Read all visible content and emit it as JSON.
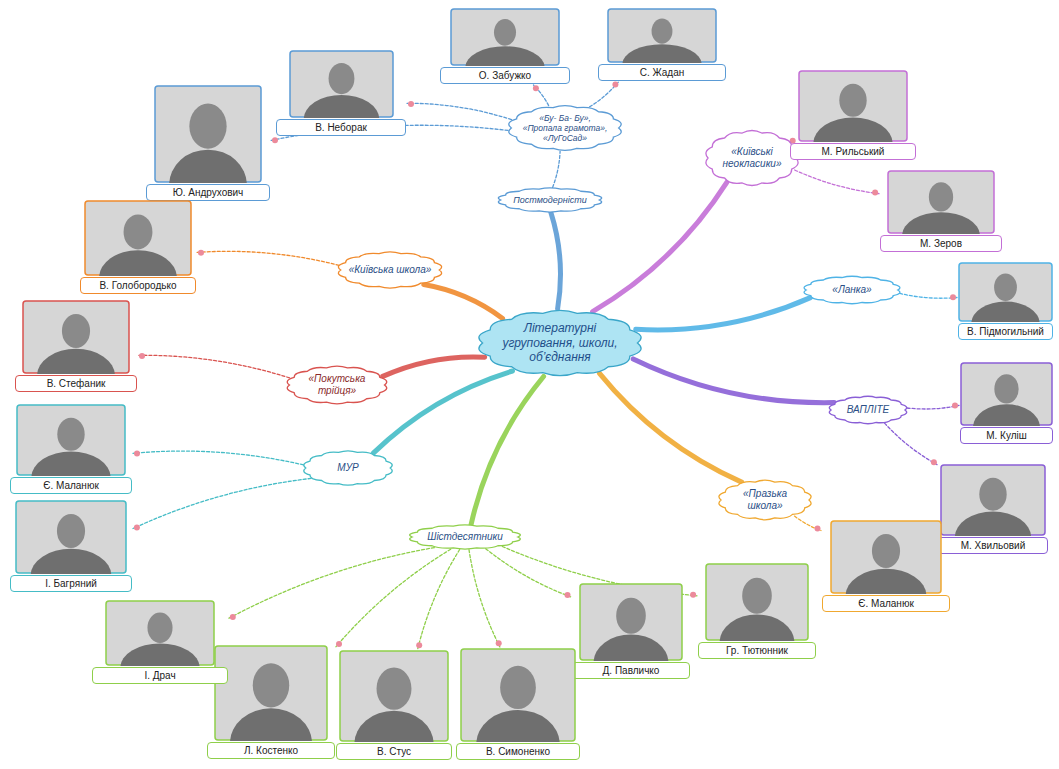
{
  "diagram": {
    "nodes": [
      {
        "text": [
          "Літературні угруповання, школи, об’єднання"
        ]
      },
      {
        "text": [
          "Постмодерністи"
        ]
      },
      {
        "text": [
          "«Бу- Ба- Бу», «Пропала грамота», «ЛуГоСад»"
        ]
      },
      {
        "text": [
          "В. Неборак"
        ]
      },
      {
        "text": [
          "О. Забужко"
        ]
      },
      {
        "text": [
          "С. Жадан"
        ]
      },
      {
        "text": [
          "Ю. Андрухович"
        ]
      },
      {
        "text": [
          "«Київські неокласики»"
        ]
      },
      {
        "text": [
          "М. Рильський"
        ]
      },
      {
        "text": [
          "М. Зеров"
        ]
      },
      {
        "text": [
          "«Ланка»"
        ]
      },
      {
        "text": [
          "В. Підмогильний"
        ]
      },
      {
        "text": [
          "ВАПЛІТЕ"
        ]
      },
      {
        "text": [
          "М. Куліш"
        ]
      },
      {
        "text": [
          "М. Хвильовий"
        ]
      },
      {
        "text": [
          "«Празька школа»"
        ]
      },
      {
        "text": [
          "Є. Маланюк"
        ]
      },
      {
        "text": [
          "Шістдесятники"
        ]
      },
      {
        "text": [
          "Гр. Тютюнник"
        ]
      },
      {
        "text": [
          "Д. Павличко"
        ]
      },
      {
        "text": [
          "В. Симоненко"
        ]
      },
      {
        "text": [
          "В. Стус"
        ]
      },
      {
        "text": [
          "Л. Костенко"
        ]
      },
      {
        "text": [
          "І. Драч"
        ]
      },
      {
        "text": [
          "МУР"
        ]
      },
      {
        "text": [
          "Є. Маланюк"
        ]
      },
      {
        "text": [
          "І. Багряний"
        ]
      },
      {
        "text": [
          "«Покутська трійця»"
        ]
      },
      {
        "text": [
          "В. Стефаник"
        ]
      },
      {
        "text": [
          "«Київська школа»"
        ]
      },
      {
        "text": [
          "В. Голобородько"
        ]
      }
    ],
    "edges": [
      {
        "from": 0,
        "to": 1,
        "arrow": "none"
      },
      {
        "from": 1,
        "to": 2,
        "arrow": "none"
      },
      {
        "from": 2,
        "to": 3,
        "arrow": "none"
      },
      {
        "from": 2,
        "to": 4,
        "arrow": "none"
      },
      {
        "from": 2,
        "to": 5,
        "arrow": "none"
      },
      {
        "from": 2,
        "to": 6,
        "arrow": "none"
      },
      {
        "from": 0,
        "to": 7,
        "arrow": "none"
      },
      {
        "from": 7,
        "to": 8,
        "arrow": "none"
      },
      {
        "from": 7,
        "to": 9,
        "arrow": "none"
      },
      {
        "from": 0,
        "to": 10,
        "arrow": "none"
      },
      {
        "from": 10,
        "to": 11,
        "arrow": "none"
      },
      {
        "from": 0,
        "to": 12,
        "arrow": "none"
      },
      {
        "from": 12,
        "to": 13,
        "arrow": "none"
      },
      {
        "from": 12,
        "to": 14,
        "arrow": "none"
      },
      {
        "from": 0,
        "to": 15,
        "arrow": "none"
      },
      {
        "from": 15,
        "to": 16,
        "arrow": "none"
      },
      {
        "from": 0,
        "to": 17,
        "arrow": "none"
      },
      {
        "from": 17,
        "to": 18,
        "arrow": "none"
      },
      {
        "from": 17,
        "to": 19,
        "arrow": "none"
      },
      {
        "from": 17,
        "to": 20,
        "arrow": "none"
      },
      {
        "from": 17,
        "to": 21,
        "arrow": "none"
      },
      {
        "from": 17,
        "to": 22,
        "arrow": "none"
      },
      {
        "from": 17,
        "to": 23,
        "arrow": "none"
      },
      {
        "from": 0,
        "to": 24,
        "arrow": "none"
      },
      {
        "from": 24,
        "to": 25,
        "arrow": "none"
      },
      {
        "from": 24,
        "to": 26,
        "arrow": "none"
      },
      {
        "from": 0,
        "to": 27,
        "arrow": "none"
      },
      {
        "from": 27,
        "to": 28,
        "arrow": "none"
      },
      {
        "from": 0,
        "to": 29,
        "arrow": "none"
      },
      {
        "from": 29,
        "to": 30,
        "arrow": "none"
      }
    ]
  }
}
